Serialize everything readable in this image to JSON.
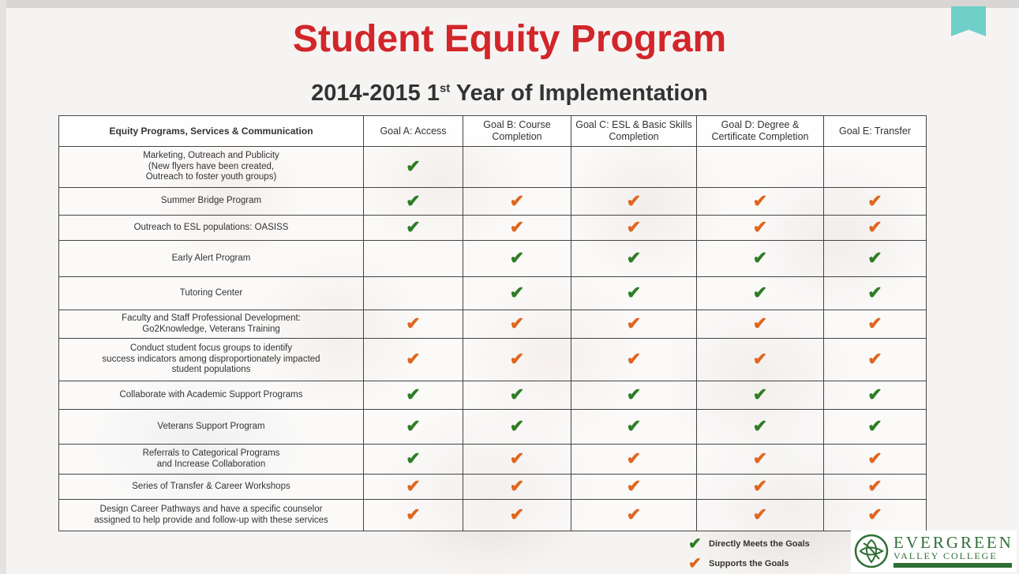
{
  "title": "Student Equity Program",
  "subtitle_main": "2014-2015 1",
  "subtitle_sup": "st",
  "subtitle_rest": " Year of Implementation",
  "colors": {
    "title": "#d2262a",
    "meets": "#2e7d24",
    "supports": "#e0661e",
    "accent_tab": "#6ed0c9",
    "logo": "#2f6e35"
  },
  "check_glyph": "✔",
  "table": {
    "headers": [
      "Equity Programs, Services & Communication",
      "Goal A: Access",
      "Goal B: Course Completion",
      "Goal C: ESL & Basic Skills Completion",
      "Goal D: Degree & Certificate Completion",
      "Goal E: Transfer"
    ],
    "rows": [
      {
        "program": "Marketing, Outreach and Publicity\n(New flyers have been created,\nOutreach to foster youth groups)",
        "marks": [
          "M",
          "",
          "",
          "",
          ""
        ]
      },
      {
        "program": "Summer Bridge Program",
        "marks": [
          "M",
          "S",
          "S",
          "S",
          "S"
        ]
      },
      {
        "program": "Outreach to ESL populations: OASISS",
        "marks": [
          "M",
          "S",
          "S",
          "S",
          "S"
        ]
      },
      {
        "program": "Early Alert Program",
        "marks": [
          "",
          "M",
          "M",
          "M",
          "M"
        ]
      },
      {
        "program": "Tutoring Center",
        "marks": [
          "",
          "M",
          "M",
          "M",
          "M"
        ]
      },
      {
        "program": "Faculty and Staff Professional Development:\nGo2Knowledge, Veterans Training",
        "marks": [
          "S",
          "S",
          "S",
          "S",
          "S"
        ]
      },
      {
        "program": "Conduct student focus groups to identify\nsuccess indicators among disproportionately impacted\nstudent populations",
        "marks": [
          "S",
          "S",
          "S",
          "S",
          "S"
        ]
      },
      {
        "program": "Collaborate with Academic Support Programs",
        "marks": [
          "M",
          "M",
          "M",
          "M",
          "M"
        ]
      },
      {
        "program": "Veterans Support Program",
        "marks": [
          "M",
          "M",
          "M",
          "M",
          "M"
        ]
      },
      {
        "program": "Referrals to Categorical Programs\nand Increase Collaboration",
        "marks": [
          "M",
          "S",
          "S",
          "S",
          "S"
        ]
      },
      {
        "program": "Series of Transfer & Career Workshops",
        "marks": [
          "S",
          "S",
          "S",
          "S",
          "S"
        ]
      },
      {
        "program": "Design Career Pathways and have a specific counselor\nassigned to help provide and follow-up with these services",
        "marks": [
          "S",
          "S",
          "S",
          "S",
          "S"
        ]
      }
    ]
  },
  "legend": [
    {
      "mark": "M",
      "label": "Directly Meets the Goals"
    },
    {
      "mark": "S",
      "label": "Supports the Goals"
    }
  ],
  "logo": {
    "line1": "EVERGREEN",
    "line2": "VALLEY COLLEGE",
    "icon": "leaf-emblem-icon"
  }
}
